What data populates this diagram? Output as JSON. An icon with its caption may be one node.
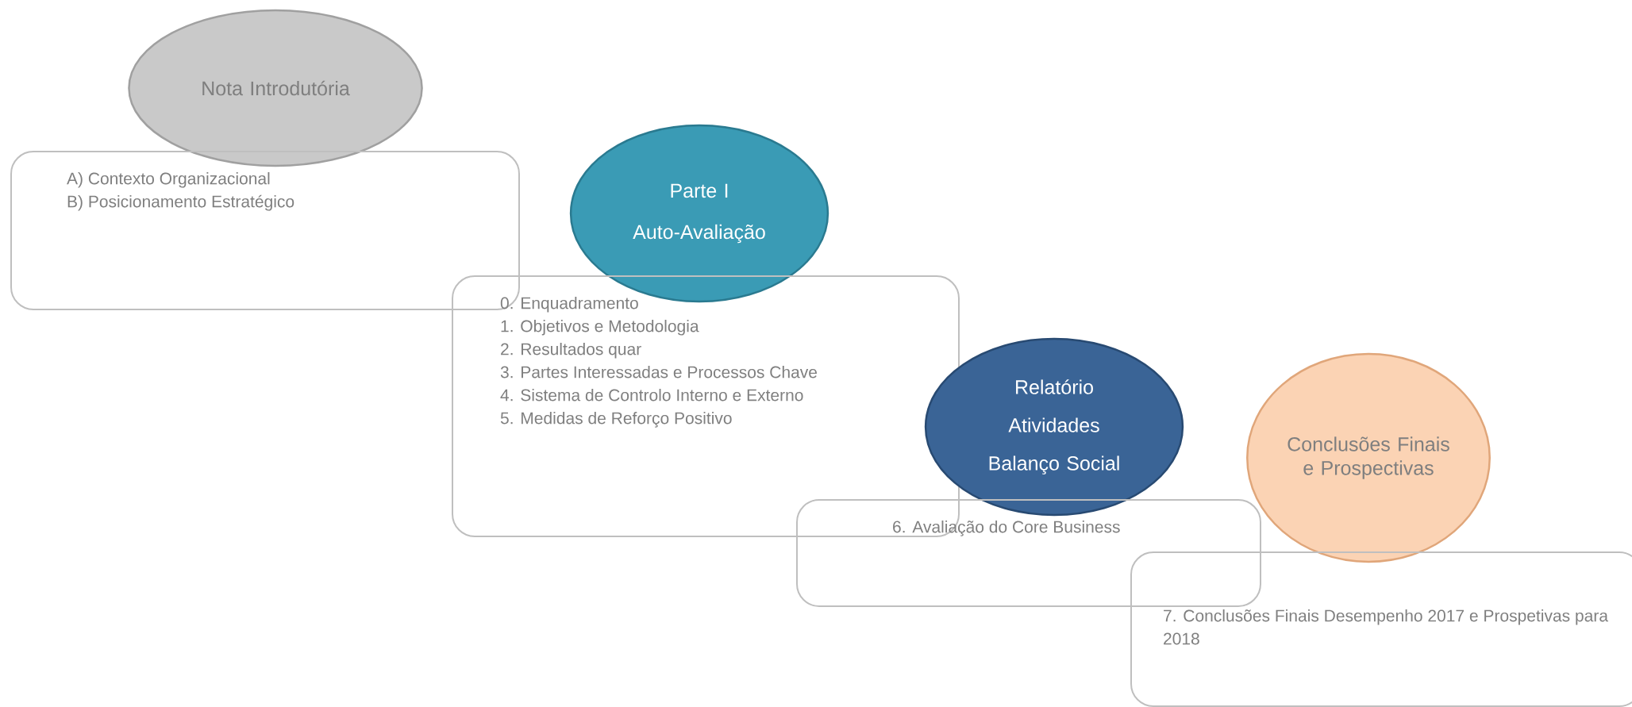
{
  "diagram": {
    "nodes": [
      {
        "text": [
          "Nota Introdutória"
        ]
      },
      {
        "text": [
          "A) Contexto Organizacional",
          "B) Posicionamento Estratégico"
        ]
      },
      {
        "text": [
          "Parte I",
          "Auto-Avaliação"
        ]
      },
      {
        "text": [
          "0. Enquadramento",
          "1. Objetivos e Metodologia",
          "2. Resultados quar",
          "3. Partes Interessadas e Processos Chave",
          "4. Sistema de Controlo Interno e Externo",
          "5. Medidas de Reforço Positivo"
        ]
      },
      {
        "text": [
          "Relatório",
          "Atividades",
          "Balanço Social"
        ]
      },
      {
        "text": [
          "6. Avaliação do Core Business"
        ]
      },
      {
        "text": [
          "Conclusões Finais e Prospectivas"
        ]
      },
      {
        "text": [
          "7. Conclusões Finais Desempenho 2017 e Prospetivas para 2018"
        ]
      }
    ]
  }
}
